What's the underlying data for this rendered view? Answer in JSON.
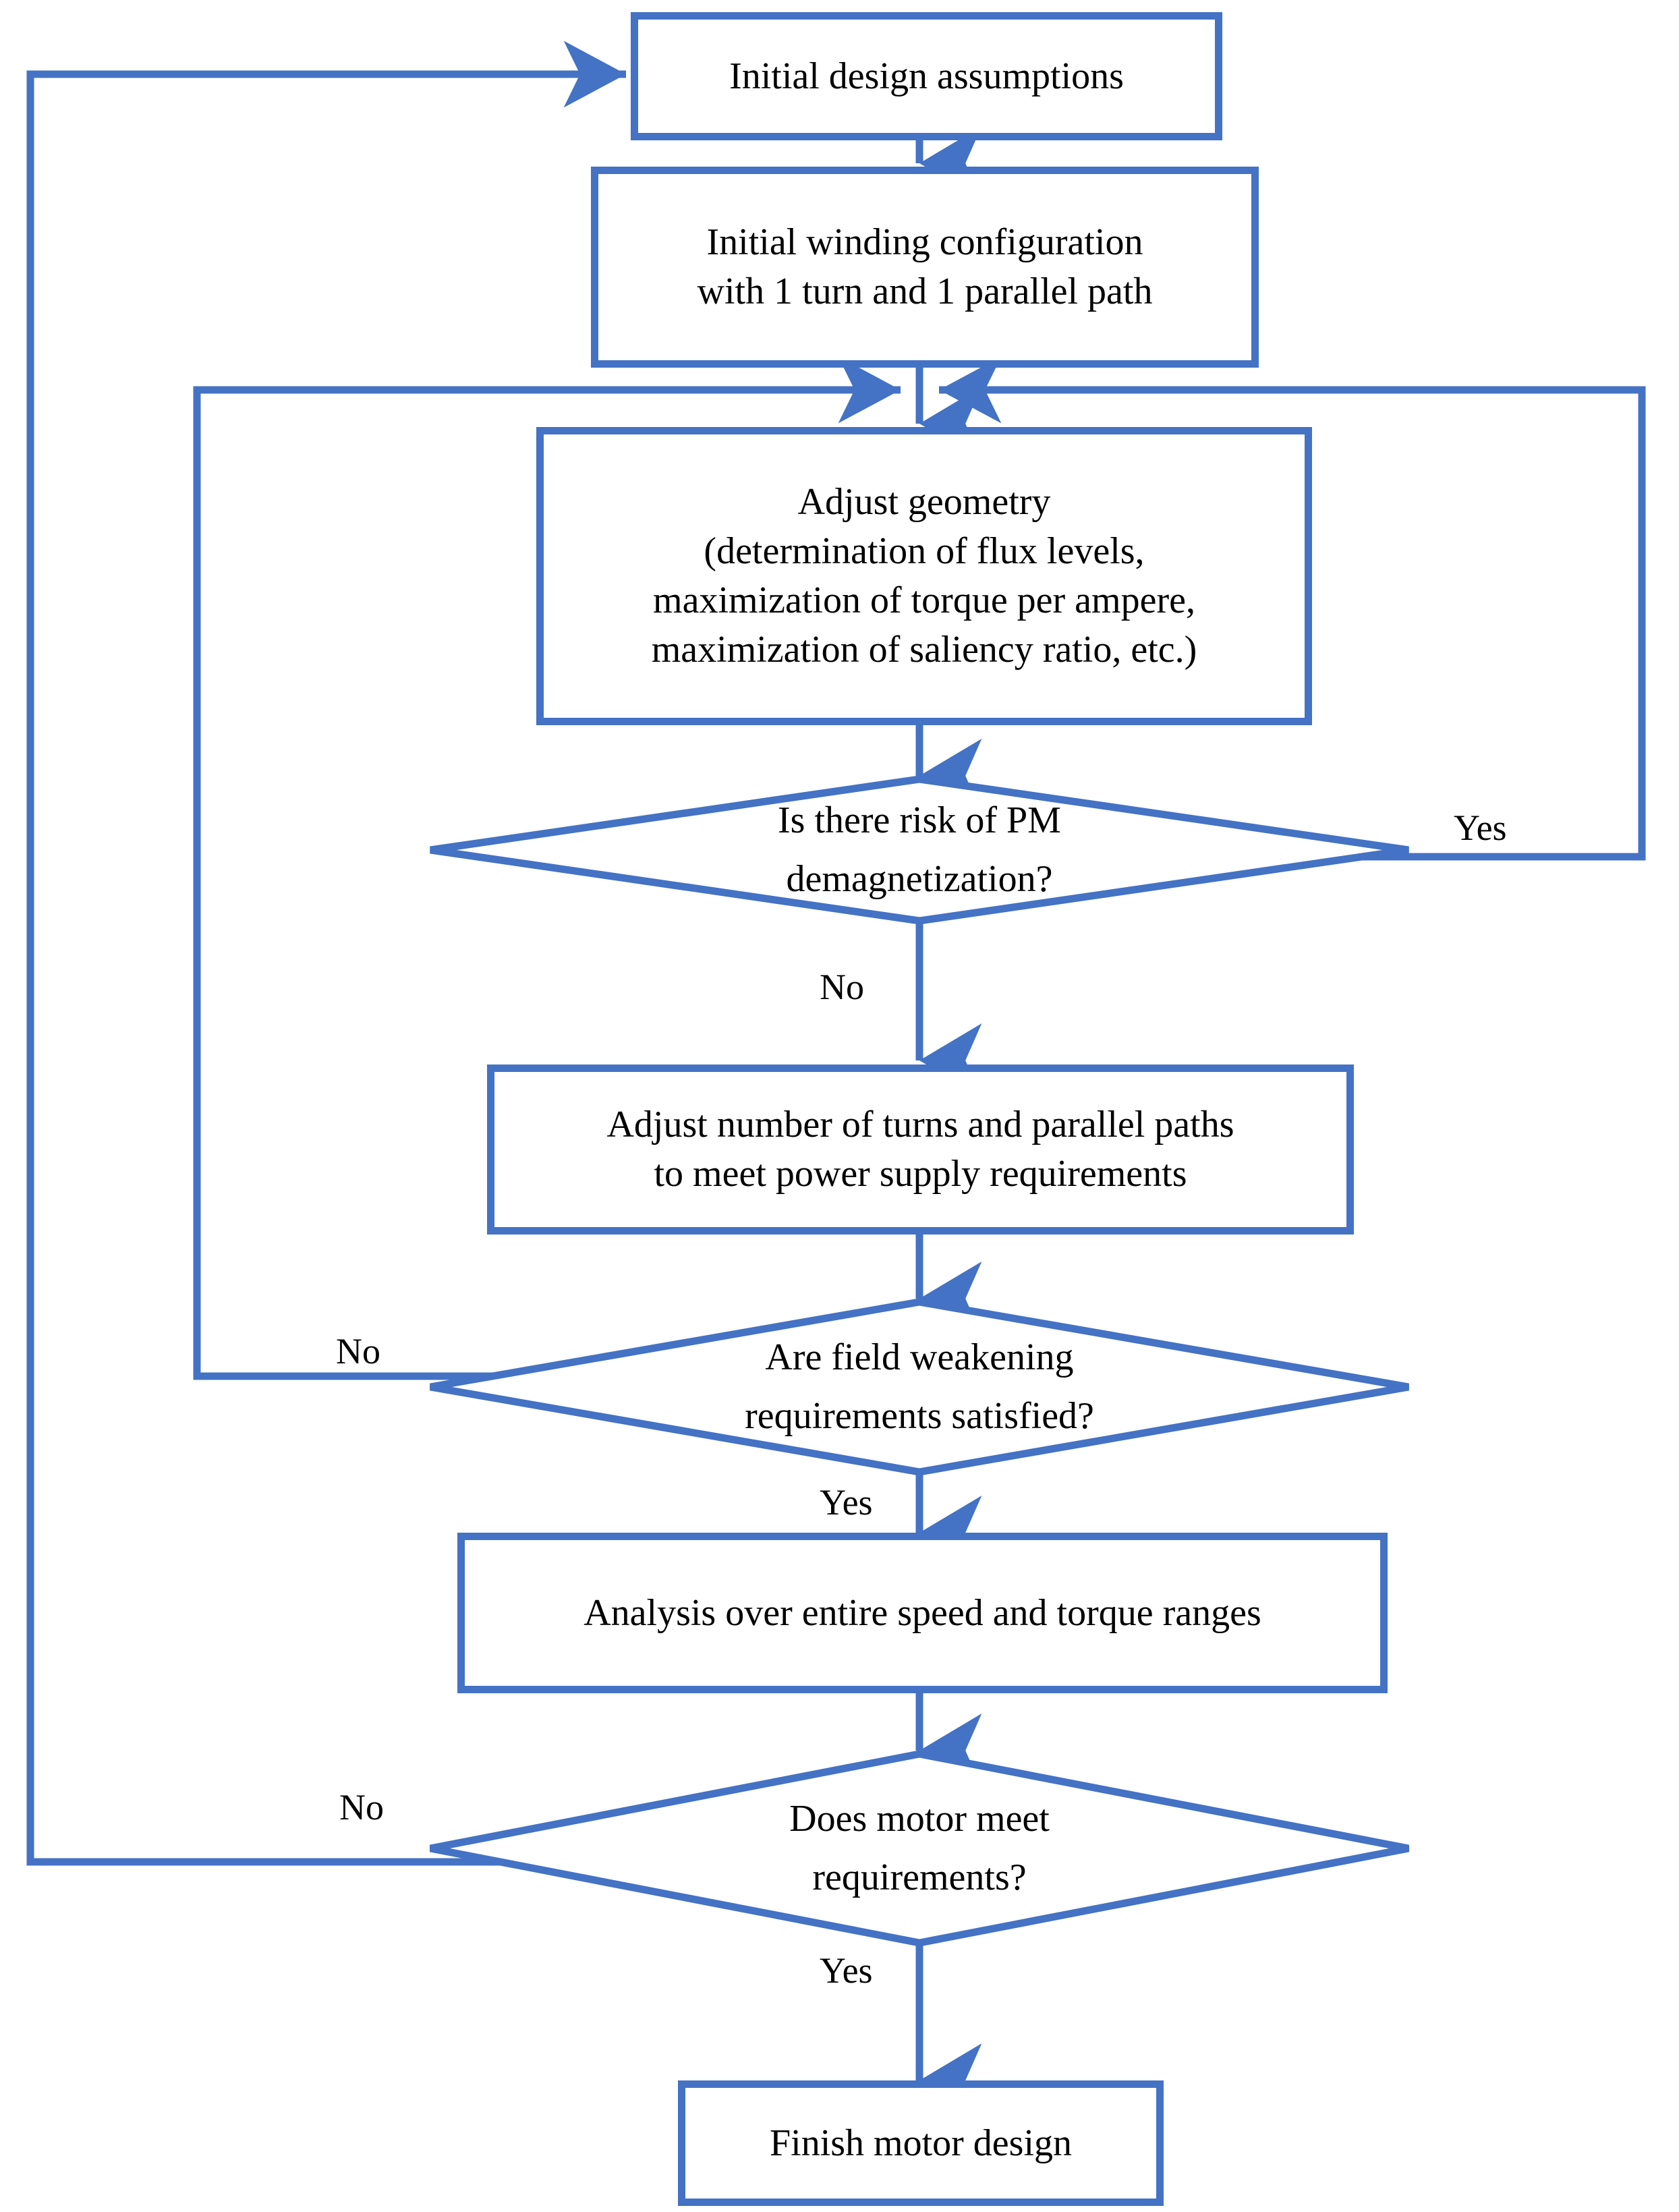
{
  "diagram": {
    "title": "Electric motor design procedure flowchart",
    "accent_color": "#4472C4",
    "text_color": "#000000",
    "background_color": "#FFFFFF"
  },
  "nodes": {
    "initial_assumptions": {
      "label": "Initial design assumptions",
      "shape": "process"
    },
    "initial_winding": {
      "line1": "Initial winding configuration",
      "line2": "with 1 turn and 1 parallel path",
      "shape": "process"
    },
    "adjust_geometry": {
      "line1": "Adjust geometry",
      "line2": "(determination of flux levels,",
      "line3": "maximization of torque per ampere,",
      "line4": "maximization of saliency ratio, etc.)",
      "shape": "process"
    },
    "pm_demag_decision": {
      "line1": "Is there risk of PM",
      "line2": "demagnetization?",
      "shape": "decision"
    },
    "adjust_turns": {
      "line1": "Adjust number of turns and parallel paths",
      "line2": "to meet power supply requirements",
      "shape": "process"
    },
    "field_weakening_decision": {
      "line1": "Are field weakening",
      "line2": "requirements satisfied?",
      "shape": "decision"
    },
    "analysis": {
      "label": "Analysis over entire speed and torque ranges",
      "shape": "process"
    },
    "motor_meets_decision": {
      "line1": "Does motor meet",
      "line2": "requirements?",
      "shape": "decision"
    },
    "finish": {
      "label": "Finish motor design",
      "shape": "process"
    }
  },
  "edge_labels": {
    "pm_demag_yes": "Yes",
    "pm_demag_no": "No",
    "field_weakening_no": "No",
    "field_weakening_yes": "Yes",
    "motor_meets_no": "No",
    "motor_meets_yes": "Yes"
  }
}
